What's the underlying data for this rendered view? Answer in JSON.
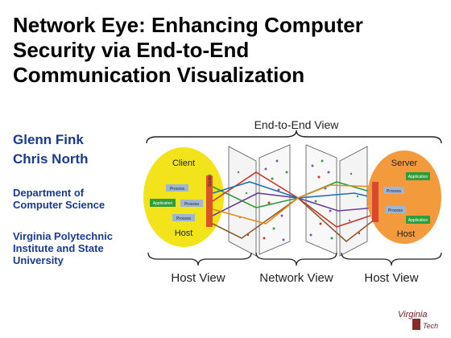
{
  "slide": {
    "title_lines": [
      "Network Eye: Enhancing Computer",
      "Security via End-to-End",
      "Communication Visualization"
    ],
    "authors": [
      "Glenn Fink",
      "Chris North"
    ],
    "department_lines": [
      "Department of",
      "Computer Science"
    ],
    "institution_lines": [
      "Virginia Polytechnic",
      "Institute and State",
      "University"
    ]
  },
  "diagram": {
    "top_label": "End-to-End View",
    "client_label": "Client",
    "host_label_left": "Host",
    "server_label": "Server",
    "host_label_right": "Host",
    "socket_label": "Socket",
    "process_label": "Process",
    "application_label": "Application",
    "bottom_labels": [
      "Host View",
      "Network View",
      "Host View"
    ]
  },
  "logo": {
    "line1": "Virginia",
    "line2": "Tech"
  },
  "colors": {
    "heading": "#000000",
    "accent_text": "#1a3a8f",
    "client_fill": "#f2e31a",
    "server_fill": "#f39a3c"
  }
}
